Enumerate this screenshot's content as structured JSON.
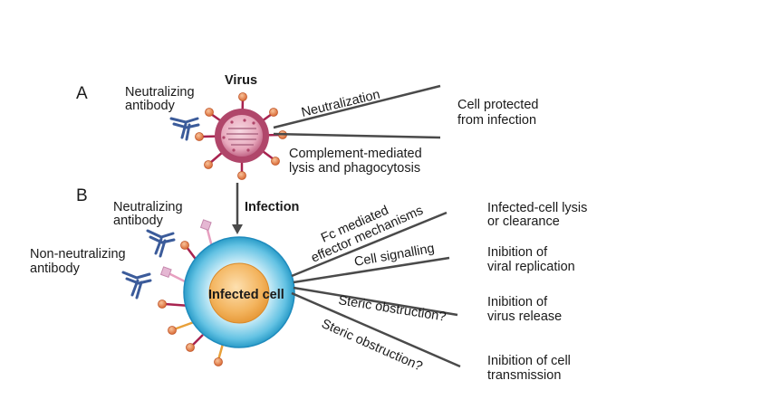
{
  "panel_a": {
    "letter": "A",
    "virus_label": "Virus",
    "antibody_label_line1": "Neutralizing",
    "antibody_label_line2": "antibody",
    "neutralization": "Neutralization",
    "complement_line1": "Complement-mediated",
    "complement_line2": "lysis and phagocytosis",
    "outcome_line1": "Cell protected",
    "outcome_line2": "from infection"
  },
  "infection_label": "Infection",
  "panel_b": {
    "letter": "B",
    "cell_label": "Infected cell",
    "neutralizing_line1": "Neutralizing",
    "neutralizing_line2": "antibody",
    "nonneutralizing_line1": "Non-neutralizing",
    "nonneutralizing_line2": "antibody",
    "mechanisms": [
      {
        "line1": "Fc mediated",
        "line2": "effector mechanisms"
      },
      {
        "line1": "Cell signalling"
      },
      {
        "line1": "Steric obstruction?"
      },
      {
        "line1": "Steric obstruction?"
      }
    ],
    "outcomes": [
      {
        "line1": "Infected-cell lysis",
        "line2": "or clearance"
      },
      {
        "line1": "Inibition of",
        "line2": "viral replication"
      },
      {
        "line1": "Inibition of",
        "line2": "virus release"
      },
      {
        "line1": "Inibition of cell",
        "line2": "transmission"
      }
    ]
  },
  "colors": {
    "virus_body": "#b0466a",
    "virus_spike": "#a8234f",
    "knob": "#e07a4d",
    "antibody": "#3b5b9a",
    "cell_outer": "#2a9cc8",
    "nucleus": "#f0a54a",
    "line": "#4a4a4a"
  }
}
